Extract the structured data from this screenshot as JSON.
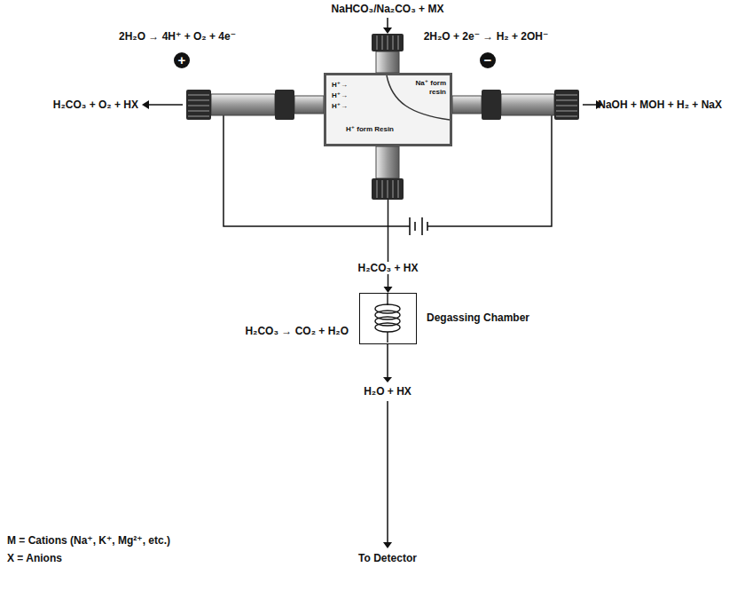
{
  "diagram": {
    "nodes": [
      {
        "text": [
          "H⁺→",
          "H⁺→",
          "H⁺→",
          "Na⁺ form resin",
          "H⁺ form Resin"
        ]
      },
      {
        "text": [
          "Degassing Chamber"
        ]
      }
    ],
    "edges": [
      {
        "from": 0,
        "to": 1,
        "arrow": "to",
        "label": "H₂CO₃ + HX"
      }
    ],
    "labels": [
      "NaHCO₃/Na₂CO₃ + MX",
      "2H₂O → 4H⁺ + O₂ + 4e⁻",
      "+",
      "2H₂O + 2e⁻ → H₂ + 2OH⁻",
      "−",
      "H₂CO₃ + O₂ + HX",
      "NaOH + MOH + H₂ + NaX",
      "H₂CO₃ → CO₂ + H₂O",
      "H₂O + HX",
      "To Detector",
      "M = Cations (Na⁺, K⁺, Mg²⁺, etc.)",
      "X = Anions"
    ]
  }
}
